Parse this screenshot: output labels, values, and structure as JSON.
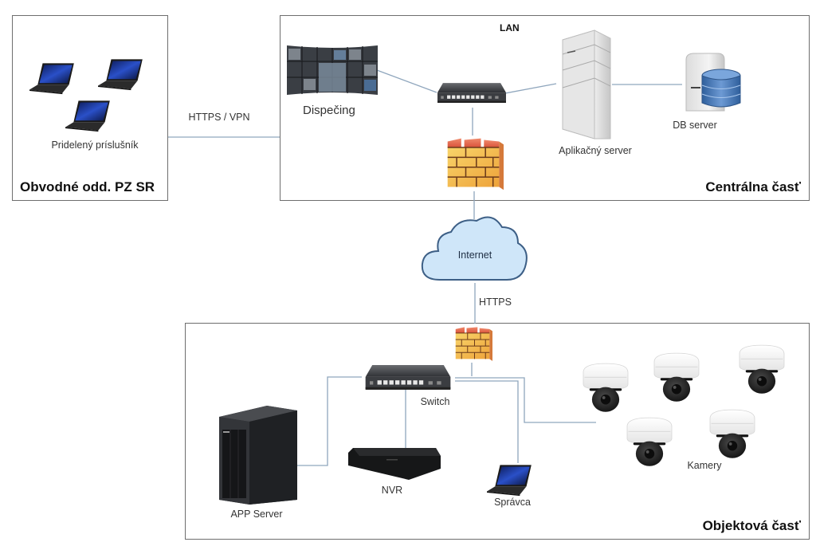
{
  "diagram": {
    "zones": {
      "district": {
        "title": "Obvodné odd. PZ SR"
      },
      "central": {
        "title": "Centrálna časť",
        "subtitle": "LAN"
      },
      "object": {
        "title": "Objektová časť"
      }
    },
    "connections": {
      "district_to_central": "HTTPS / VPN",
      "internet_to_object": "HTTPS"
    },
    "nodes": {
      "officers": {
        "label": "Pridelený príslušník",
        "icon": "laptop-icon",
        "count": 3
      },
      "dispatch": {
        "label": "Dispečing",
        "icon": "video-wall-icon"
      },
      "central_switch": {
        "label": "",
        "icon": "network-switch-icon"
      },
      "app_server_central": {
        "label": "Aplikačný server",
        "icon": "server-tower-icon"
      },
      "db_server": {
        "label": "DB server",
        "icon": "database-server-icon"
      },
      "central_firewall": {
        "label": "",
        "icon": "firewall-icon"
      },
      "internet": {
        "label": "Internet",
        "icon": "cloud-icon"
      },
      "object_firewall": {
        "label": "",
        "icon": "firewall-icon"
      },
      "object_switch": {
        "label": "Switch",
        "icon": "network-switch-icon"
      },
      "app_server_object": {
        "label": "APP Server",
        "icon": "server-tower-icon"
      },
      "nvr": {
        "label": "NVR",
        "icon": "nvr-icon"
      },
      "admin": {
        "label": "Správca",
        "icon": "laptop-icon"
      },
      "cameras": {
        "label": "Kamery",
        "icon": "dome-camera-icon",
        "count": 5
      }
    },
    "colors": {
      "wire": "#8fa6bd",
      "border": "#6e6e6e",
      "cloud_fill": "#cfe6f9",
      "cloud_stroke": "#3d5f86",
      "firewall_top": "#e0644a",
      "firewall_body": "#f3b64a"
    }
  }
}
